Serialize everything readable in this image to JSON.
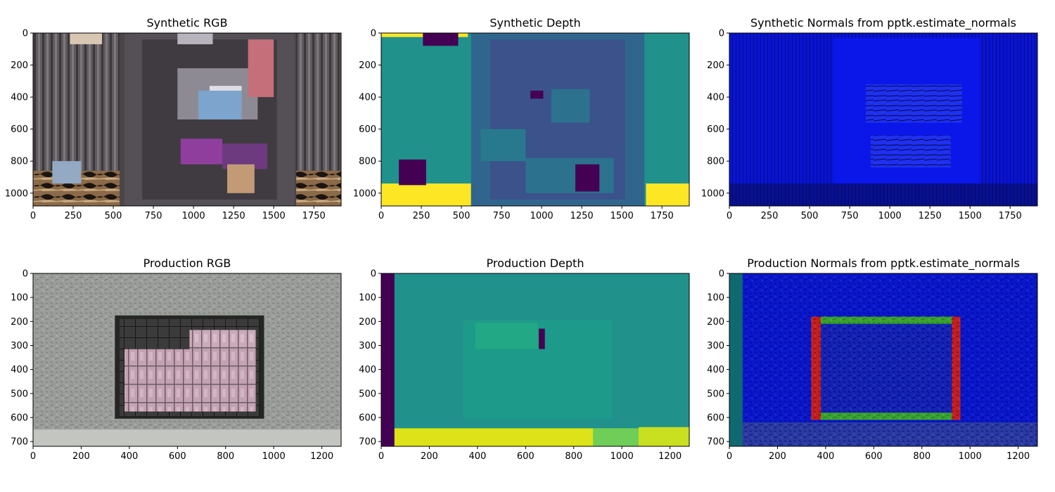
{
  "figure": {
    "background": "#ffffff",
    "tick_color": "#000000"
  },
  "chart_data": [
    {
      "type": "image",
      "panel": "synthetic-rgb",
      "title": "Synthetic RGB",
      "xlim": [
        0,
        1920
      ],
      "ylim": [
        1080,
        0
      ],
      "x_ticks": [
        0,
        250,
        500,
        750,
        1000,
        1250,
        1500,
        1750
      ],
      "y_ticks": [
        0,
        200,
        400,
        600,
        800,
        1000
      ],
      "regions": [
        {
          "x": [
            0,
            1920
          ],
          "y": [
            0,
            1080
          ],
          "color": "#4a4548"
        },
        {
          "x": [
            0,
            540
          ],
          "y": [
            0,
            860
          ],
          "color": "#5e5a5e",
          "pattern": "stripes"
        },
        {
          "x": [
            0,
            540
          ],
          "y": [
            860,
            1080
          ],
          "color": "#8a6a48",
          "pattern": "tiger"
        },
        {
          "x": [
            1640,
            1920
          ],
          "y": [
            0,
            860
          ],
          "color": "#5e5a5e",
          "pattern": "stripes"
        },
        {
          "x": [
            1640,
            1920
          ],
          "y": [
            860,
            1080
          ],
          "color": "#8a6a48",
          "pattern": "tiger"
        },
        {
          "x": [
            570,
            1630
          ],
          "y": [
            0,
            1080
          ],
          "color": "#545056"
        },
        {
          "x": [
            680,
            1520
          ],
          "y": [
            40,
            1040
          ],
          "color": "#3f3b40"
        },
        {
          "x": [
            900,
            1400
          ],
          "y": [
            220,
            540
          ],
          "color": "#8e8a94"
        },
        {
          "x": [
            1100,
            1300
          ],
          "y": [
            330,
            540
          ],
          "color": "#e0dde6"
        },
        {
          "x": [
            1030,
            1300
          ],
          "y": [
            360,
            540
          ],
          "color": "#7ca4cc"
        },
        {
          "x": [
            1340,
            1500
          ],
          "y": [
            40,
            400
          ],
          "color": "#c46f7a"
        },
        {
          "x": [
            920,
            1180
          ],
          "y": [
            660,
            820
          ],
          "color": "#8f3e9e"
        },
        {
          "x": [
            1180,
            1460
          ],
          "y": [
            690,
            850
          ],
          "color": "#6d3a7f"
        },
        {
          "x": [
            120,
            300
          ],
          "y": [
            800,
            940
          ],
          "color": "#93a9c4"
        },
        {
          "x": [
            1210,
            1380
          ],
          "y": [
            820,
            1000
          ],
          "color": "#c39a76"
        },
        {
          "x": [
            900,
            1120
          ],
          "y": [
            0,
            70
          ],
          "color": "#b7b4be"
        },
        {
          "x": [
            230,
            430
          ],
          "y": [
            0,
            70
          ],
          "color": "#d7c7b3"
        }
      ]
    },
    {
      "type": "heatmap",
      "panel": "synthetic-depth",
      "title": "Synthetic Depth",
      "xlim": [
        0,
        1920
      ],
      "ylim": [
        1080,
        0
      ],
      "x_ticks": [
        0,
        250,
        500,
        750,
        1000,
        1250,
        1500,
        1750
      ],
      "y_ticks": [
        0,
        200,
        400,
        600,
        800,
        1000
      ],
      "regions": [
        {
          "x": [
            0,
            1920
          ],
          "y": [
            0,
            1080
          ],
          "color": "#21918c"
        },
        {
          "x": [
            0,
            540
          ],
          "y": [
            0,
            25
          ],
          "color": "#fde725"
        },
        {
          "x": [
            0,
            560
          ],
          "y": [
            940,
            1080
          ],
          "color": "#fde725"
        },
        {
          "x": [
            1650,
            1920
          ],
          "y": [
            940,
            1080
          ],
          "color": "#fde725"
        },
        {
          "x": [
            560,
            1640
          ],
          "y": [
            0,
            1080
          ],
          "color": "#30668d"
        },
        {
          "x": [
            680,
            1520
          ],
          "y": [
            40,
            1040
          ],
          "color": "#3b528b"
        },
        {
          "x": [
            900,
            1450
          ],
          "y": [
            780,
            1000
          ],
          "color": "#2c728e"
        },
        {
          "x": [
            1060,
            1300
          ],
          "y": [
            350,
            560
          ],
          "color": "#2c728e"
        },
        {
          "x": [
            620,
            900
          ],
          "y": [
            600,
            800
          ],
          "color": "#29798e"
        },
        {
          "x": [
            260,
            480
          ],
          "y": [
            0,
            80
          ],
          "color": "#440154"
        },
        {
          "x": [
            110,
            280
          ],
          "y": [
            790,
            950
          ],
          "color": "#440154"
        },
        {
          "x": [
            1210,
            1360
          ],
          "y": [
            820,
            990
          ],
          "color": "#440154"
        },
        {
          "x": [
            930,
            1010
          ],
          "y": [
            360,
            410
          ],
          "color": "#440154"
        }
      ]
    },
    {
      "type": "image",
      "panel": "synthetic-normals",
      "title": "Synthetic Normals from pptk.estimate_normals",
      "xlim": [
        0,
        1920
      ],
      "ylim": [
        1080,
        0
      ],
      "x_ticks": [
        0,
        250,
        500,
        750,
        1000,
        1250,
        1500,
        1750
      ],
      "y_ticks": [
        0,
        200,
        400,
        600,
        800,
        1000
      ],
      "regions": [
        {
          "x": [
            0,
            1920
          ],
          "y": [
            0,
            1080
          ],
          "color": "#0a14d4",
          "pattern": "vlines"
        },
        {
          "x": [
            650,
            1560
          ],
          "y": [
            30,
            1030
          ],
          "color": "#0b16e8"
        },
        {
          "x": [
            850,
            1450
          ],
          "y": [
            320,
            560
          ],
          "color": "#2030f0",
          "pattern": "edges"
        },
        {
          "x": [
            880,
            1380
          ],
          "y": [
            640,
            840
          ],
          "color": "#2030f0",
          "pattern": "edges"
        },
        {
          "x": [
            0,
            1920
          ],
          "y": [
            940,
            1080
          ],
          "color": "#081090",
          "pattern": "vlines"
        }
      ]
    },
    {
      "type": "image",
      "panel": "production-rgb",
      "title": "Production RGB",
      "xlim": [
        0,
        1280
      ],
      "ylim": [
        720,
        0
      ],
      "x_ticks": [
        0,
        200,
        400,
        600,
        800,
        1000,
        1200
      ],
      "y_ticks": [
        0,
        100,
        200,
        300,
        400,
        500,
        600,
        700
      ],
      "regions": [
        {
          "x": [
            0,
            1280
          ],
          "y": [
            0,
            720
          ],
          "color": "#9a9d99",
          "pattern": "noise"
        },
        {
          "x": [
            0,
            1280
          ],
          "y": [
            650,
            720
          ],
          "color": "#c2c5c0"
        },
        {
          "x": [
            340,
            960
          ],
          "y": [
            175,
            605
          ],
          "color": "#252525"
        },
        {
          "x": [
            360,
            940
          ],
          "y": [
            190,
            595
          ],
          "color": "#3b3b3b",
          "pattern": "grid"
        },
        {
          "x": [
            650,
            925
          ],
          "y": [
            235,
            315
          ],
          "color": "#c9aab9",
          "pattern": "tiles"
        },
        {
          "x": [
            380,
            925
          ],
          "y": [
            315,
            575
          ],
          "color": "#c3a3b3",
          "pattern": "tiles"
        }
      ]
    },
    {
      "type": "heatmap",
      "panel": "production-depth",
      "title": "Production Depth",
      "xlim": [
        0,
        1280
      ],
      "ylim": [
        720,
        0
      ],
      "x_ticks": [
        0,
        200,
        400,
        600,
        800,
        1000,
        1200
      ],
      "y_ticks": [
        0,
        100,
        200,
        300,
        400,
        500,
        600,
        700
      ],
      "regions": [
        {
          "x": [
            0,
            1280
          ],
          "y": [
            0,
            720
          ],
          "color": "#21918c"
        },
        {
          "x": [
            0,
            55
          ],
          "y": [
            0,
            720
          ],
          "color": "#440154"
        },
        {
          "x": [
            55,
            1280
          ],
          "y": [
            645,
            720
          ],
          "color": "#dde318"
        },
        {
          "x": [
            880,
            1070
          ],
          "y": [
            645,
            720
          ],
          "color": "#6ece58"
        },
        {
          "x": [
            1070,
            1280
          ],
          "y": [
            640,
            720
          ],
          "color": "#c8e020"
        },
        {
          "x": [
            340,
            960
          ],
          "y": [
            195,
            605
          ],
          "color": "#1e9a8a"
        },
        {
          "x": [
            390,
            650
          ],
          "y": [
            205,
            315
          ],
          "color": "#22a884"
        },
        {
          "x": [
            655,
            680
          ],
          "y": [
            230,
            315
          ],
          "color": "#440154"
        }
      ]
    },
    {
      "type": "image",
      "panel": "production-normals",
      "title": "Production Normals from pptk.estimate_normals",
      "xlim": [
        0,
        1280
      ],
      "ylim": [
        720,
        0
      ],
      "x_ticks": [
        0,
        200,
        400,
        600,
        800,
        1000,
        1200
      ],
      "y_ticks": [
        0,
        100,
        200,
        300,
        400,
        500,
        600,
        700
      ],
      "regions": [
        {
          "x": [
            0,
            1280
          ],
          "y": [
            0,
            720
          ],
          "color": "#0a18c8",
          "pattern": "noise"
        },
        {
          "x": [
            0,
            55
          ],
          "y": [
            0,
            720
          ],
          "color": "#0f6a70"
        },
        {
          "x": [
            340,
            960
          ],
          "y": [
            180,
            610
          ],
          "color": "#1424b0",
          "pattern": "noise"
        },
        {
          "x": [
            340,
            960
          ],
          "y": [
            180,
            210
          ],
          "color": "#3aa030",
          "pattern": "noise"
        },
        {
          "x": [
            340,
            960
          ],
          "y": [
            580,
            610
          ],
          "color": "#3aa030",
          "pattern": "noise"
        },
        {
          "x": [
            340,
            380
          ],
          "y": [
            180,
            610
          ],
          "color": "#c02020",
          "pattern": "noise"
        },
        {
          "x": [
            925,
            960
          ],
          "y": [
            180,
            610
          ],
          "color": "#c02020",
          "pattern": "noise"
        },
        {
          "x": [
            55,
            1280
          ],
          "y": [
            620,
            720
          ],
          "color": "#2a3aa0",
          "pattern": "noise"
        }
      ]
    }
  ]
}
